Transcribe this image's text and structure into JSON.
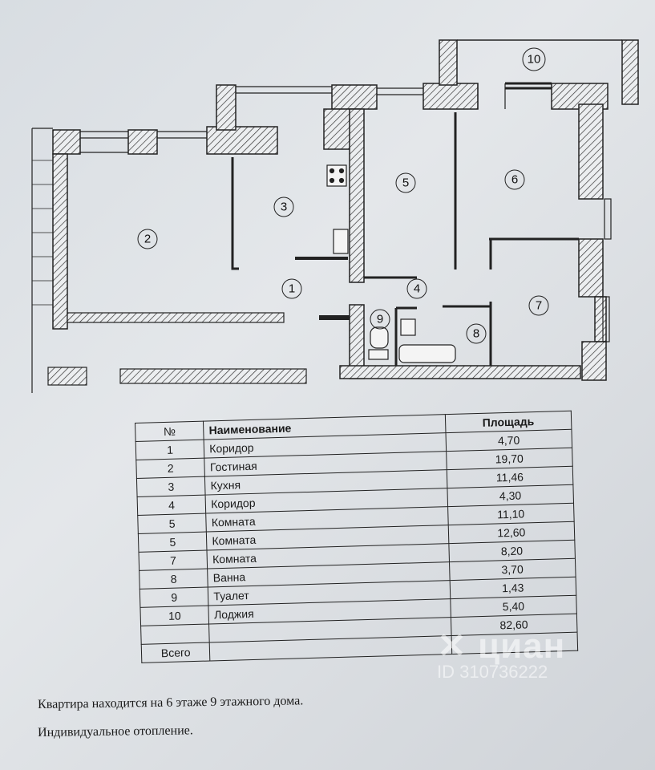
{
  "plan": {
    "rooms": [
      {
        "num": "1"
      },
      {
        "num": "2"
      },
      {
        "num": "3"
      },
      {
        "num": "4"
      },
      {
        "num": "5"
      },
      {
        "num": "6"
      },
      {
        "num": "7"
      },
      {
        "num": "8"
      },
      {
        "num": "9"
      },
      {
        "num": "10"
      }
    ]
  },
  "table": {
    "headers": {
      "num": "№",
      "name": "Наименование",
      "area": "Площадь"
    },
    "rows": [
      {
        "num": "1",
        "name": "Коридор",
        "area": "4,70"
      },
      {
        "num": "2",
        "name": "Гостиная",
        "area": "19,70"
      },
      {
        "num": "3",
        "name": "Кухня",
        "area": "11,46"
      },
      {
        "num": "4",
        "name": "Коридор",
        "area": "4,30"
      },
      {
        "num": "5",
        "name": "Комната",
        "area": "11,10"
      },
      {
        "num": "5",
        "name": "Комната",
        "area": "12,60"
      },
      {
        "num": "7",
        "name": "Комната",
        "area": "8,20"
      },
      {
        "num": "8",
        "name": "Ванна",
        "area": "3,70"
      },
      {
        "num": "9",
        "name": "Туалет",
        "area": "1,43"
      },
      {
        "num": "10",
        "name": "Лоджия",
        "area": "5,40"
      },
      {
        "num": "",
        "name": "",
        "area": "82,60"
      }
    ],
    "total_label": "Всего"
  },
  "notes": {
    "line1": "Квартира находится на 6 этаже 9 этажного дома.",
    "line2": "Индивидуальное отопление."
  },
  "watermark": {
    "logo": "✕ циан",
    "id": "ID 310736222"
  }
}
